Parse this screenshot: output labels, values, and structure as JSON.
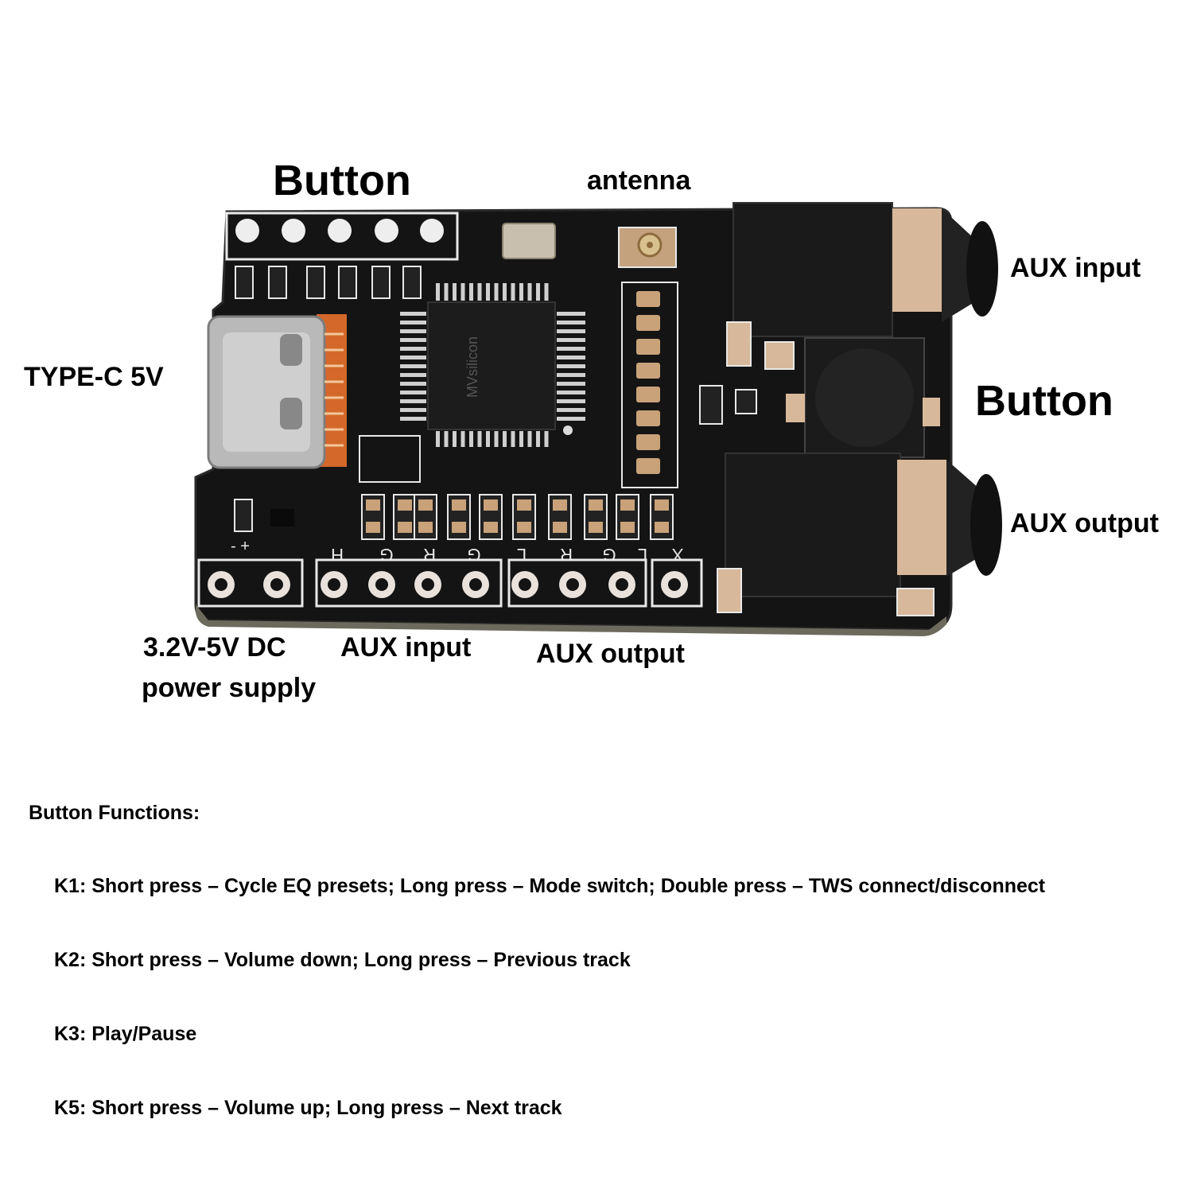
{
  "labels": {
    "button_top": "Button",
    "antenna": "antenna",
    "aux_input_right": "AUX input",
    "button_right": "Button",
    "aux_output_right": "AUX output",
    "typec": "TYPE-C 5V",
    "dc_line1": "3.2V-5V DC",
    "dc_line2": "power supply",
    "aux_input_bottom": "AUX input",
    "aux_output_bottom": "AUX output"
  },
  "silkscreen": {
    "pin_labels": [
      "H",
      "G",
      "R",
      "G",
      "L",
      "R",
      "G",
      "L",
      "X"
    ],
    "power_marks": "-    +"
  },
  "functions": {
    "heading": "Button Functions:",
    "items": [
      "K1: Short press – Cycle EQ presets; Long press – Mode switch; Double press – TWS connect/disconnect",
      "K2: Short press – Volume down; Long press – Previous track",
      "K3: Play/Pause",
      "K5: Short press – Volume up; Long press – Next track"
    ]
  },
  "colors": {
    "pcb": "#111111",
    "silk": "#e8e8e8",
    "pad": "#c9a27a",
    "connector_orange": "#d4682a",
    "metal": "#b9b9b9"
  }
}
